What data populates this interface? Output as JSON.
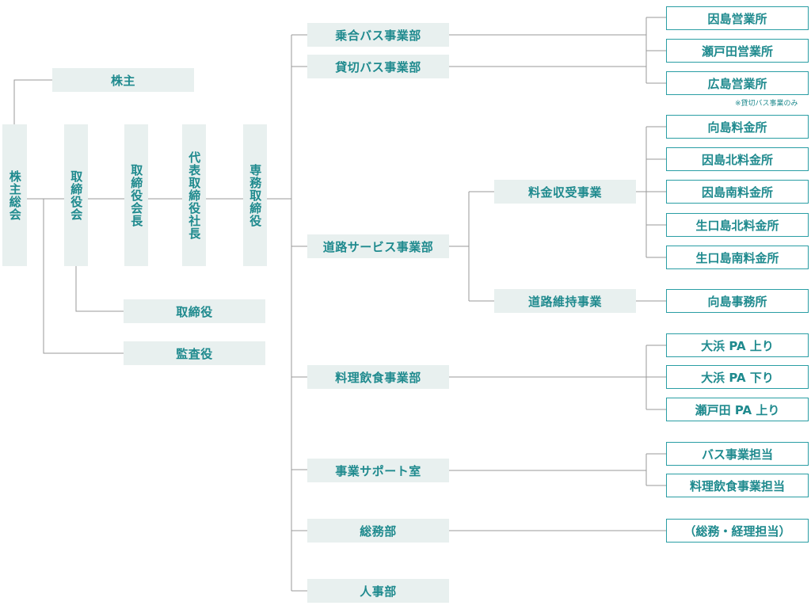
{
  "governance": {
    "shareholders": "株主",
    "general_meeting": "株主総会",
    "board": "取締役会",
    "chairman": "取締役会長",
    "president": "代表取締役社長",
    "senior_director": "専務取締役",
    "directors": "取締役",
    "auditors": "監査役"
  },
  "departments": {
    "route_bus": "乗合バス事業部",
    "charter_bus": "貸切バス事業部",
    "road_service": "道路サービス事業部",
    "food": "料理飲食事業部",
    "support": "事業サポート室",
    "general_affairs": "総務部",
    "hr": "人事部"
  },
  "sub_units": {
    "toll": "料金収受事業",
    "road_maintenance": "道路維持事業"
  },
  "offices": {
    "innoshima_office": "因島営業所",
    "setoda_office": "瀬戸田営業所",
    "hiroshima_office": "広島営業所",
    "hiroshima_note": "※貸切バス事業のみ",
    "mukaishima_toll": "向島料金所",
    "innoshima_north_toll": "因島北料金所",
    "innoshima_south_toll": "因島南料金所",
    "ikuchi_north_toll": "生口島北料金所",
    "ikuchi_south_toll": "生口島南料金所",
    "mukaishima_office": "向島事務所",
    "ohama_up": "大浜 PA 上り",
    "ohama_down": "大浜 PA 下り",
    "setoda_pa_up": "瀬戸田 PA 上り",
    "bus_charge": "バス事業担当",
    "food_charge": "料理飲食事業担当",
    "admin_charge": "（総務・経理担当）"
  }
}
